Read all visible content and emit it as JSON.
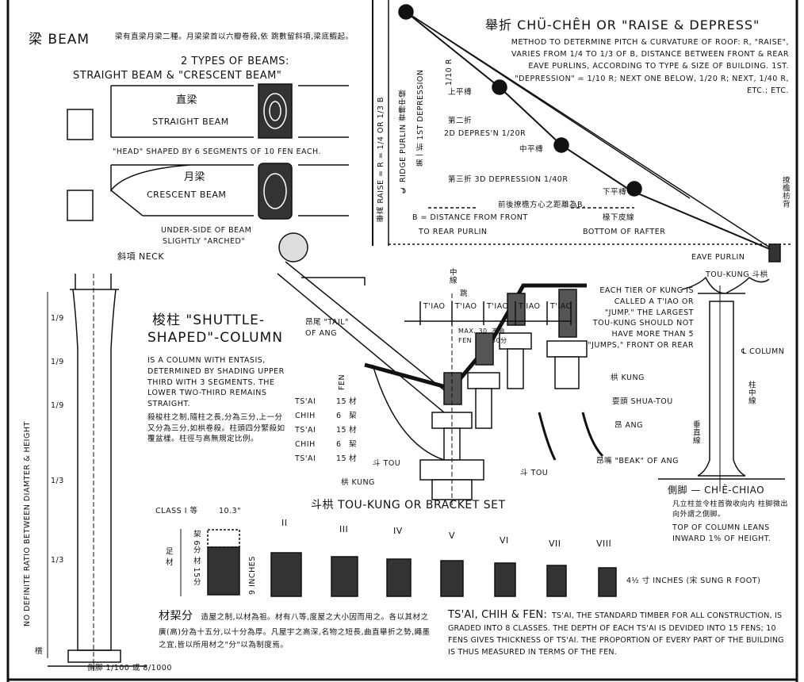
{
  "beam": {
    "title": "梁 BEAM",
    "chinese_note": "梁有直梁月梁二種。月梁梁首以六瓣卷殺,依 跳數留斜項,梁底鰕起。",
    "types_line": "2 TYPES OF BEAMS:",
    "types_line2": "STRAIGHT BEAM & \"CRESCENT BEAM\"",
    "straight_cn": "直梁",
    "straight_en": "STRAIGHT BEAM",
    "head_note": "\"HEAD\" SHAPED BY 6 SEGMENTS OF 10 FEN EACH.",
    "crescent_cn": "月梁",
    "crescent_en": "CRESCENT BEAM",
    "underside_1": "UNDER-SIDE OF BEAM",
    "underside_2": "SLIGHTLY \"ARCHED\"",
    "neck": "斜項 NECK"
  },
  "raise": {
    "title": "舉折 CHÜ-CHÊH OR \"RAISE & DEPRESS\"",
    "desc": "METHOD TO DETERMINE PITCH & CURVATURE OF ROOF: R, \"RAISE\", VARIES FROM 1/4 TO 1/3 OF B, DISTANCE BETWEEN FRONT & REAR EAVE PURLINS, ACCORDING TO TYPE & SIZE OF BUILDING. 1ST. \"DEPRESSION\" = 1/10 R; NEXT ONE BELOW, 1/20 R; NEXT, 1/40 R, ETC.; ETC.",
    "raise_label": "舉高 RAISE = R = 1/4 OR 1/3 B",
    "ridge_label": "℄ RIDGE PURLIN 脊槫中線",
    "first_dep": "第一折 1ST DEPRESSION",
    "tenth_r": "1/10 R",
    "upper_purlin": "上平槫",
    "second_dep_cn": "第二折",
    "second_dep": "2D DEPRES'N 1/20R",
    "middle_purlin": "中平槫",
    "third_dep": "第三折 3D DEPRESSION 1/40R",
    "lower_purlin": "下平槫",
    "eave_back": "撩檐枋背",
    "b_cn": "前後撩檐方心之距離為B.",
    "b_en_1": "B = DISTANCE FROM FRONT",
    "b_en_2": "TO REAR PURLIN",
    "rafter_cn": "椽下皮線",
    "rafter_en": "BOTTOM OF RAFTER",
    "eave_purlin": "EAVE PURLIN"
  },
  "column": {
    "title_1": "梭柱 \"SHUTTLE-",
    "title_2": "SHAPED\"-COLUMN",
    "desc": "IS A COLUMN WITH ENTASIS, DETERMINED BY SHADING UPPER THIRD WITH 3 SEGMENTS. THE LOWER TWO-THIRD REMAINS STRAIGHT.",
    "desc_cn": "殺梭柱之制,隨柱之長,分為三分,上一分又分為三分,如栱卷殺。柱頭四分緊殺如覆盆樣。柱徑与高無規定比例。",
    "ratio_note": "NO DEFINITE RATIO BETWEEN DIAMTER & HEIGHT",
    "ninth": "1/9",
    "third": "1/3",
    "base": "櫍",
    "batter": "側脚 1/100 或 8/1000"
  },
  "toukung": {
    "title": "斗栱 TOU-KUNG OR BRACKET SET",
    "center": "中線",
    "tiao_cn": "跳",
    "tiao": "T'IAO",
    "max_en": "MAX. 30 FEN",
    "max_cn": "不逾 30分",
    "tail": "昂尾 \"TAIL\" OF ANG",
    "fen": "FEN",
    "rows": [
      {
        "name": "TS'AI",
        "num": "15",
        "cn": "材"
      },
      {
        "name": "CHIH",
        "num": "6",
        "cn": "栔"
      },
      {
        "name": "TS'AI",
        "num": "15",
        "cn": "材"
      },
      {
        "name": "CHIH",
        "num": "6",
        "cn": "栔"
      },
      {
        "name": "TS'AI",
        "num": "15",
        "cn": "材"
      }
    ],
    "jump_note": "EACH TIER OF KUNG IS CALLED A T'IAO OR \"JUMP.\" THE LARGEST TOU-KUNG SHOULD NOT HAVE MORE THAN 5 \"JUMPS,\" FRONT OR REAR",
    "kung": "栱 KUNG",
    "shuatou": "耍頭 SHUA-TOU",
    "ang": "昂 ANG",
    "beak": "昂嘴 \"BEAK\" OF ANG",
    "tou": "斗 TOU",
    "tou_left": "斗 TOU",
    "kung_left": "栱 KUNG"
  },
  "chechiao": {
    "toukung": "TOU-KUNG 斗栱",
    "column": "℄ COLUMN",
    "col_center": "柱中線",
    "vertical": "垂直線",
    "title": "側脚 — CH'Ê-CHIAO",
    "cn": "凡立柱並令柱首微收向内 柱脚微出向外謂之側脚。",
    "en_1": "TOP OF COLUMN LEANS",
    "en_2": "INWARD 1% OF HEIGHT."
  },
  "classes": {
    "class_label": "CLASS I 等",
    "width": "10.3\"",
    "chih": "栔 6分",
    "zu": "足 材",
    "cai": "材 15分",
    "inches": "9 INCHES",
    "numerals": [
      "II",
      "III",
      "IV",
      "V",
      "VI",
      "VII",
      "VIII"
    ],
    "smallest": "4½ 寸 INCHES (宋 SUNG R FOOT)"
  },
  "caiqi": {
    "title": "材栔分",
    "text": "造屋之制,以材為祖。材有八等,度屋之大小因而用之。各以其材之廣(高)分為十五分,以十分為厚。凡屋宇之高深,名物之短長,曲直舉折之勢,繩墨之宜,皆以所用材之\"分\"以為制度焉。"
  },
  "tsai": {
    "title": "TS'AI, CHIH & FEN:",
    "text": "TS'AI, THE STANDARD TIMBER FOR ALL CONSTRUCTION, IS GRADED INTO 8 CLASSES. THE DEPTH OF EACH TS'AI IS DEVIDED INTO 15 FENS; 10 FENS GIVES THICKNESS OF TS'AI. THE PROPORTION OF EVERY PART OF THE BUILDING IS THUS MEASURED IN TERMS OF THE FEN."
  }
}
